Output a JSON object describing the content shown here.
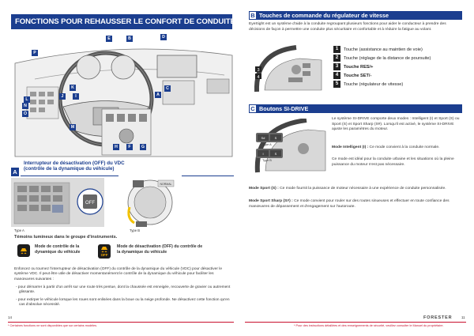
{
  "page": {
    "title": "FONCTIONS POUR REHAUSSER LE CONFORT DE CONDUITE",
    "page_left": "14",
    "page_right": "11",
    "brand": "FORESTER",
    "footer_left": "* Certaines fonctions ne sont disponibles que sur certains modèles.",
    "footer_right": "* Pour des instructions détaillées et des renseignements de sécurité, veuillez consulter le Manuel du propriétaire."
  },
  "dashboard_labels": [
    "E",
    "B",
    "D",
    "P",
    "K",
    "J",
    "I",
    "L",
    "M",
    "N",
    "O",
    "A",
    "C",
    "H",
    "F",
    "G"
  ],
  "section_a": {
    "letter": "A",
    "title_line1": "Interrupteur de désactivation (OFF) du VDC",
    "title_line2": "(contrôle de la dynamique du véhicule)",
    "type_a_label": "Type A",
    "type_b_label": "Type B",
    "lights_heading": "Témoins lumineux dans le groupe d'instruments.",
    "indicator1_text": "Mode de contrôle de la dynamique du véhicule",
    "indicator2_text": "Mode de désactivation (OFF) du contrôle de la dynamique du véhicule",
    "indicator_off_label": "OFF",
    "body": "Enfoncez ou tournez l'interrupteur de désactivation (OFF) du contrôle de la dynamique du véhicule (VDC) pour désactiver le système VDC. Il peut être utile de désactiver momentanément le contrôle de la dynamique du véhicule pour faciliter les manœuvres suivantes :",
    "bullet1": "- pour démarrer à partir d'un arrêt sur une route très pentue, dont la chaussée est enneigée, recouverte de gravier ou autrement glissante.",
    "bullet2": "- pour extirper le véhicule lorsque les roues sont enlisées dans la boue ou la neige profonde. Ne désactivez cette fonction qu'en cas d'absolue nécessité."
  },
  "section_b": {
    "letter": "B",
    "title": "Touches de commande du régulateur de vitesse",
    "intro": "EyeSight est un système d'aide à la conduite regroupant plusieurs fonctions pour aider le conducteur à prendre des décisions de façon à permettre une conduite plus sécuritaire et confortable et à réduire la fatigue au volant.",
    "items": [
      {
        "num": "1",
        "text": "Touche (assistance au maintien de voie)"
      },
      {
        "num": "2",
        "text": "Touche (réglage de la distance de poursuite)"
      },
      {
        "num": "3",
        "text": "Touche RES/+"
      },
      {
        "num": "4",
        "text": "Touche SET/-"
      },
      {
        "num": "5",
        "text": "Touche (régulateur de vitesse)"
      }
    ]
  },
  "section_c": {
    "letter": "C",
    "title": "Boutons SI-DRIVE",
    "type_a_label": "Type A",
    "type_b_label": "Type B",
    "intro": "Le système SI-DRIVE comporte deux modes : Intelligent (I) et Sport (S) ou Sport (S) et Sport Sharp (S#). Lorsqu'il est activé, le système SI-DRIVE ajuste les paramètres du moteur.",
    "intelligent_label": "Mode Intelligent (I) :",
    "intelligent_text": "Ce mode convient à la conduite normale.",
    "intelligent_text2": "Ce mode est idéal pour la conduite urbaine et les situations où la pleine puissance du moteur n'est pas nécessaire.",
    "sport_label": "Mode Sport (S) :",
    "sport_text": "Ce mode fournit la puissance de moteur nécessaire à une expérience de conduite personnalisée.",
    "sharp_label": "Mode Sport Sharp (S#) :",
    "sharp_text": "Ce mode convient pour rouler sur des routes sinueuses et effectuer en toute confiance des manœuvres de dépassement et d'engagement sur l'autoroute."
  }
}
